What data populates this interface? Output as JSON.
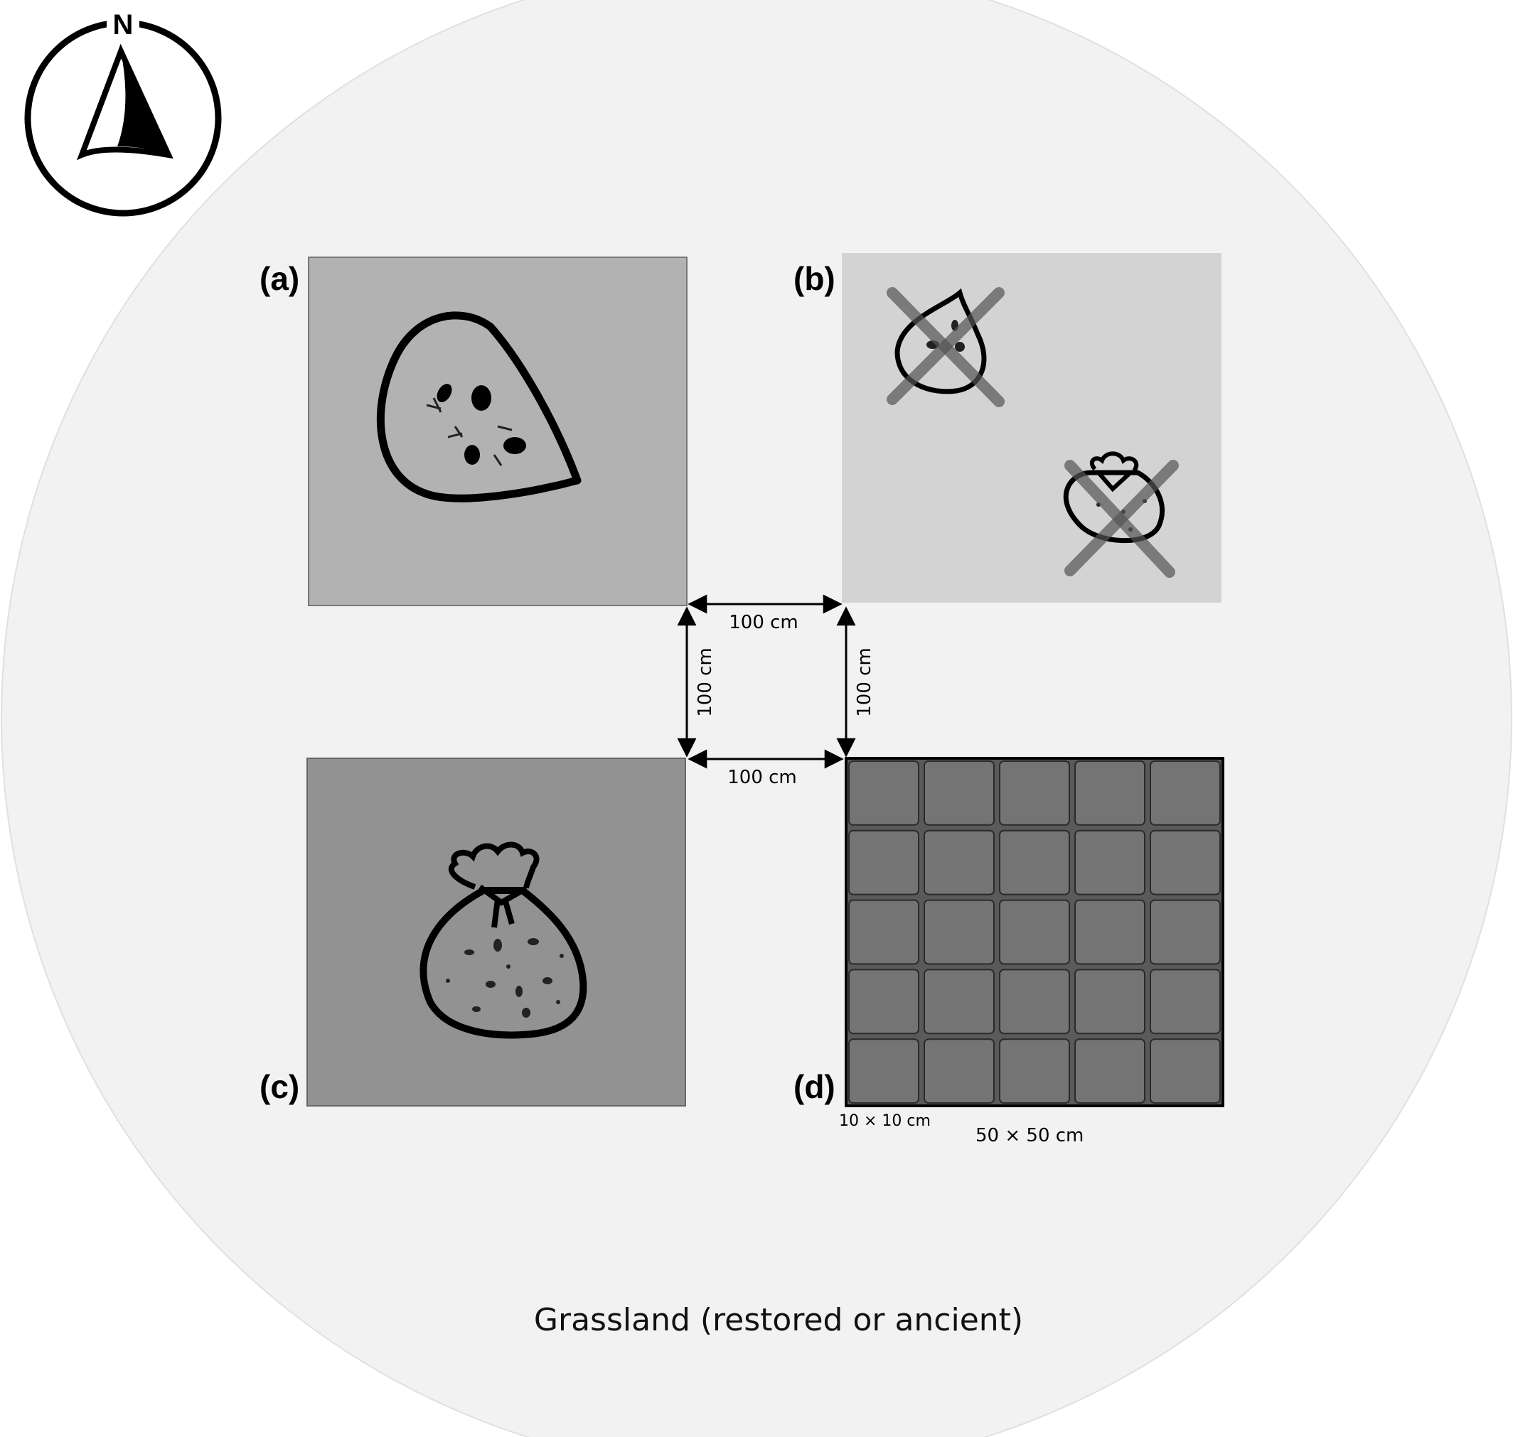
{
  "compass": {
    "letter": "N",
    "icon": "north-arrow-icon"
  },
  "panels": [
    {
      "id": "a",
      "label": "(a)",
      "fill": "#b2b2b2",
      "icon": "seed-drop-icon"
    },
    {
      "id": "b",
      "label": "(b)",
      "fill": "#d3d3d3",
      "icon": "excluded-seed-drop-and-seed-bag-icon"
    },
    {
      "id": "c",
      "label": "(c)",
      "fill": "#929292",
      "icon": "seed-bag-icon"
    },
    {
      "id": "d",
      "label": "(d)",
      "fill": "#767676",
      "icon": "grid-icon"
    }
  ],
  "dimensions": {
    "top_horizontal": "100 cm",
    "left_vertical": "100 cm",
    "right_vertical": "100 cm",
    "bottom_horizontal": "100 cm",
    "cell_size": "10 × 10 cm",
    "plot_size": "50 × 50 cm"
  },
  "grid": {
    "rows": 5,
    "cols": 5,
    "cell_fill": "#747474"
  },
  "caption": "Grassland (restored or ancient)",
  "colors": {
    "background_circle": "#f2f2f2",
    "circle_border": "#e0e0e0"
  }
}
